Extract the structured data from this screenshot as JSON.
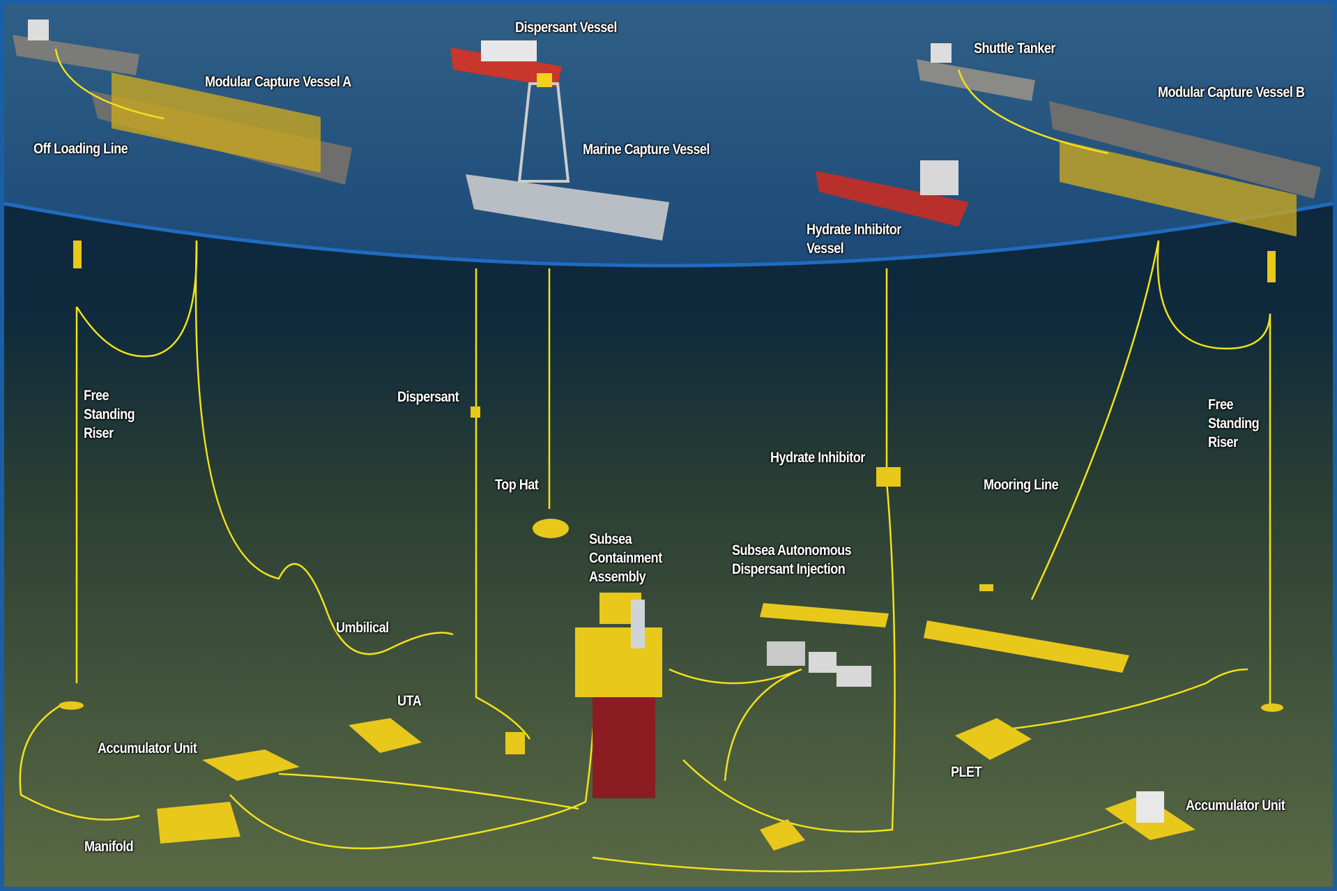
{
  "labels": {
    "dispersant_vessel": "Dispersant Vessel",
    "modular_capture_vessel_a": "Modular Capture Vessel A",
    "off_loading_line": "Off Loading Line",
    "shuttle_tanker": "Shuttle Tanker",
    "modular_capture_vessel_b": "Modular Capture Vessel B",
    "marine_capture_vessel": "Marine Capture Vessel",
    "hydrate_inhibitor_vessel": [
      "Hydrate Inhibitor",
      "Vessel"
    ],
    "free_standing_riser_left": [
      "Free",
      "Standing",
      "Riser"
    ],
    "dispersant": "Dispersant",
    "top_hat": "Top Hat",
    "hydrate_inhibitor": "Hydrate Inhibitor",
    "mooring_line": "Mooring Line",
    "free_standing_riser_right": [
      "Free",
      "Standing",
      "Riser"
    ],
    "subsea_containment_assembly": [
      "Subsea",
      "Containment",
      "Assembly"
    ],
    "subsea_autonomous_dispersant_injection": [
      "Subsea Autonomous",
      "Dispersant Injection"
    ],
    "umbilical": "Umbilical",
    "uta": "UTA",
    "accumulator_unit_left": "Accumulator Unit",
    "plet": "PLET",
    "accumulator_unit_right": "Accumulator Unit",
    "manifold": "Manifold"
  },
  "colors": {
    "frame": "#1a5ea6",
    "line": "#f2e21a",
    "equipment": "#e8c81a",
    "stack": "#8a1c22"
  }
}
